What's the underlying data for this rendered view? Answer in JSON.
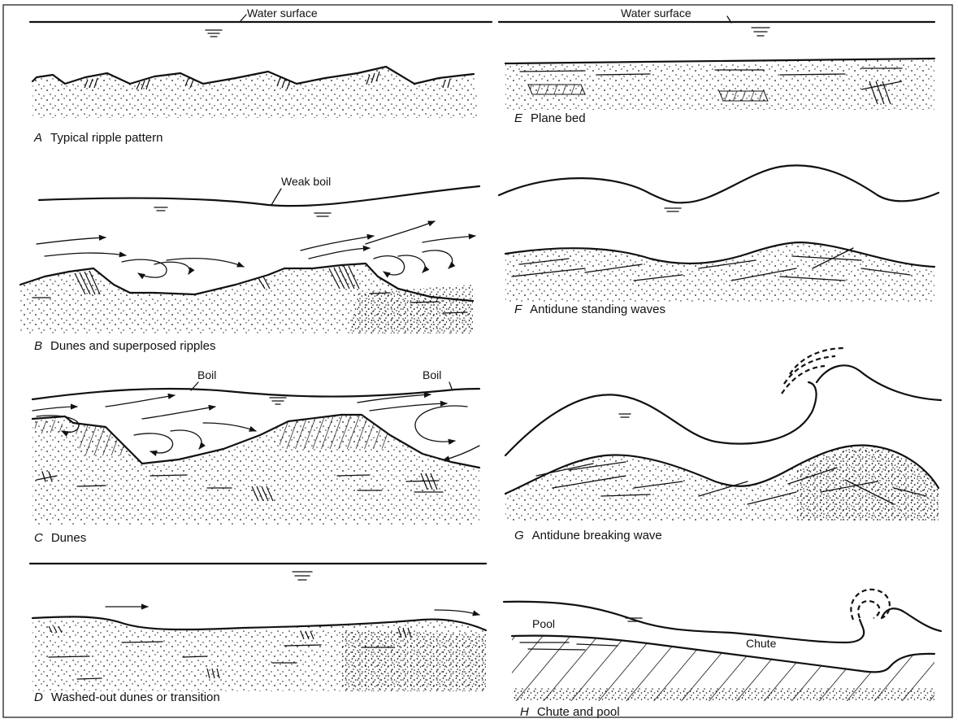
{
  "panels": {
    "A": {
      "letter": "A",
      "caption": "Typical ripple pattern"
    },
    "B": {
      "letter": "B",
      "caption": "Dunes and superposed ripples"
    },
    "C": {
      "letter": "C",
      "caption": "Dunes"
    },
    "D": {
      "letter": "D",
      "caption": "Washed-out dunes or transition"
    },
    "E": {
      "letter": "E",
      "caption": "Plane bed"
    },
    "F": {
      "letter": "F",
      "caption": "Antidune standing waves"
    },
    "G": {
      "letter": "G",
      "caption": "Antidune breaking wave"
    },
    "H": {
      "letter": "H",
      "caption": "Chute and pool"
    }
  },
  "labels": {
    "water_surface_left": "Water surface",
    "water_surface_right": "Water surface",
    "weak_boil": "Weak boil",
    "boil_left": "Boil",
    "boil_right": "Boil",
    "pool": "Pool",
    "chute": "Chute"
  }
}
